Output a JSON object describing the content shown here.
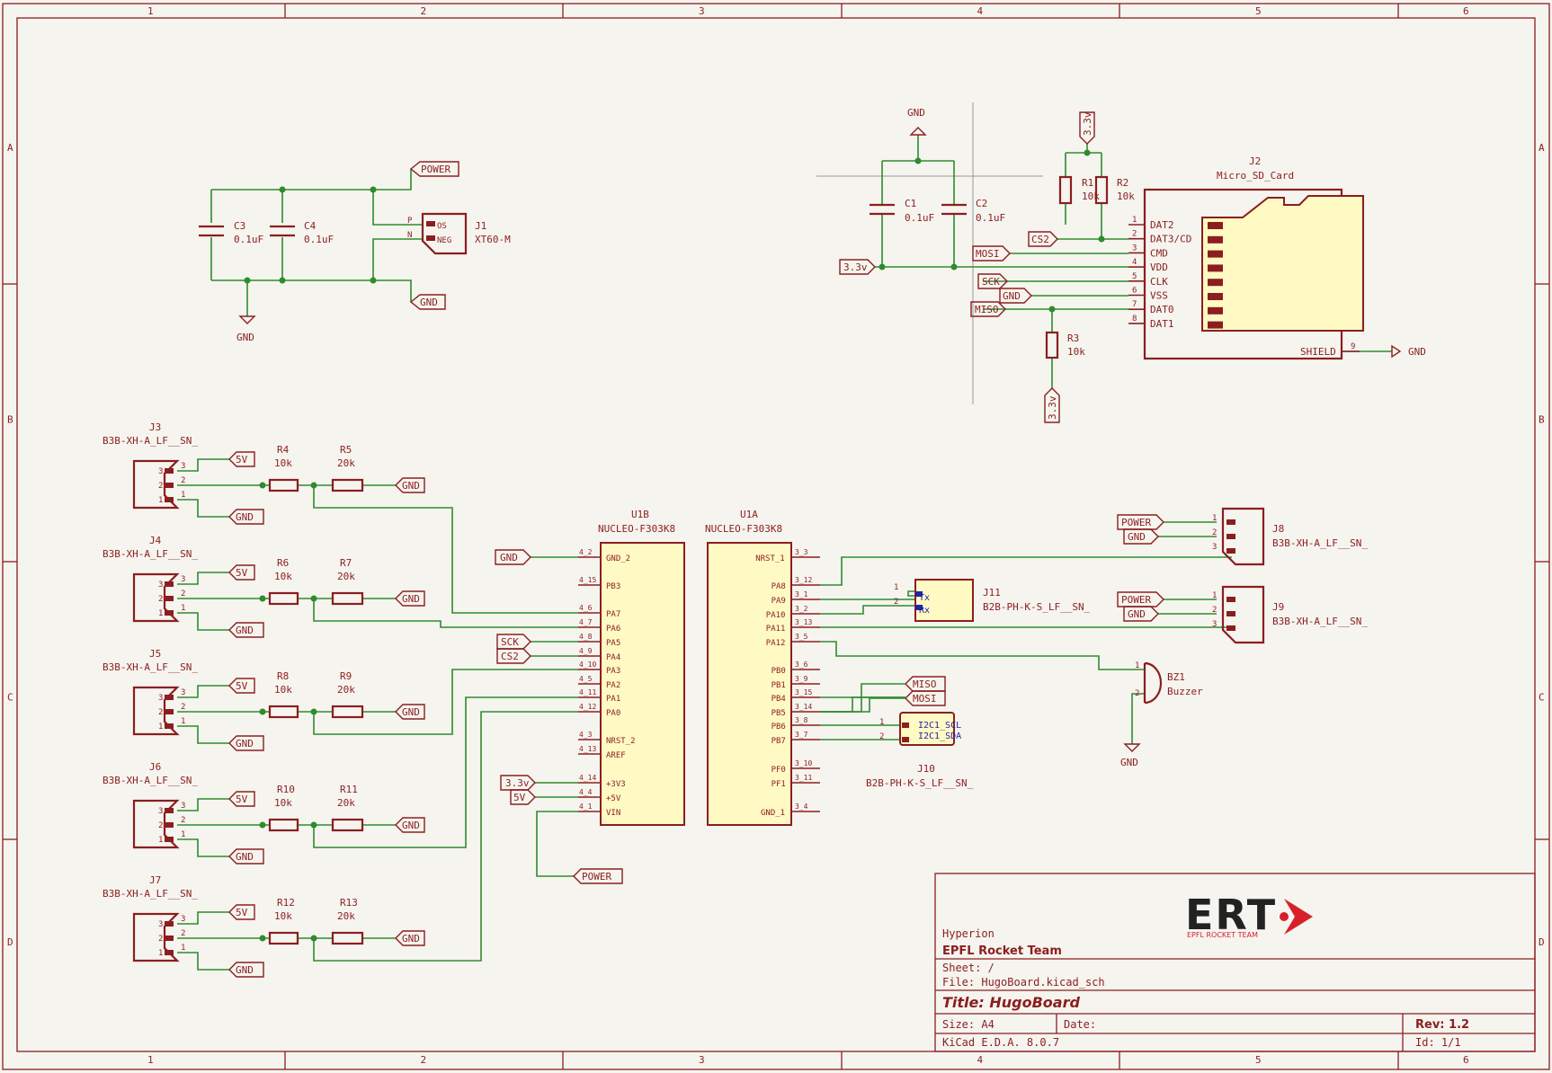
{
  "frame": {
    "col_labels": [
      "1",
      "2",
      "3",
      "4",
      "5",
      "6"
    ],
    "row_labels": [
      "A",
      "B",
      "C",
      "D"
    ]
  },
  "power_labels": {
    "power": "POWER",
    "gnd": "GND",
    "v33": "3.3v",
    "v5": "5V"
  },
  "nets": {
    "mosi": "MOSI",
    "miso": "MISO",
    "sck": "SCK",
    "cs2": "CS2"
  },
  "j1": {
    "ref": "J1",
    "value": "XT60-M",
    "pin_p": "P",
    "pin_n": "N",
    "pos": "OS",
    "neg": "NEG"
  },
  "caps": [
    {
      "ref": "C3",
      "value": "0.1uF"
    },
    {
      "ref": "C4",
      "value": "0.1uF"
    },
    {
      "ref": "C1",
      "value": "0.1uF"
    },
    {
      "ref": "C2",
      "value": "0.1uF"
    }
  ],
  "sd": {
    "ref": "J2",
    "value": "Micro_SD_Card",
    "pins": [
      {
        "num": "1",
        "name": "DAT2"
      },
      {
        "num": "2",
        "name": "DAT3/CD"
      },
      {
        "num": "3",
        "name": "CMD"
      },
      {
        "num": "4",
        "name": "VDD"
      },
      {
        "num": "5",
        "name": "CLK"
      },
      {
        "num": "6",
        "name": "VSS"
      },
      {
        "num": "7",
        "name": "DAT0"
      },
      {
        "num": "8",
        "name": "DAT1"
      }
    ],
    "shield_name": "SHIELD",
    "shield_num": "9"
  },
  "sd_resistors": [
    {
      "ref": "R1",
      "value": "10k"
    },
    {
      "ref": "R2",
      "value": "10k"
    },
    {
      "ref": "R3",
      "value": "10k"
    }
  ],
  "servo_connectors": [
    {
      "ref": "J3",
      "value": "B3B-XH-A_LF__SN_",
      "ra": "R4",
      "va": "10k",
      "rb": "R5",
      "vb": "20k"
    },
    {
      "ref": "J4",
      "value": "B3B-XH-A_LF__SN_",
      "ra": "R6",
      "va": "10k",
      "rb": "R7",
      "vb": "20k"
    },
    {
      "ref": "J5",
      "value": "B3B-XH-A_LF__SN_",
      "ra": "R8",
      "va": "10k",
      "rb": "R9",
      "vb": "20k"
    },
    {
      "ref": "J6",
      "value": "B3B-XH-A_LF__SN_",
      "ra": "R10",
      "va": "10k",
      "rb": "R11",
      "vb": "20k"
    },
    {
      "ref": "J7",
      "value": "B3B-XH-A_LF__SN_",
      "ra": "R12",
      "va": "10k",
      "rb": "R13",
      "vb": "20k"
    }
  ],
  "pin_numbers": {
    "one": "1",
    "two": "2",
    "three": "3"
  },
  "u1b": {
    "ref": "U1B",
    "value": "NUCLEO-F303K8",
    "pins": [
      {
        "num": "4_2",
        "name": "GND_2"
      },
      {
        "num": "4_15",
        "name": "PB3"
      },
      {
        "num": "4_6",
        "name": "PA7"
      },
      {
        "num": "4_7",
        "name": "PA6"
      },
      {
        "num": "4_8",
        "name": "PA5"
      },
      {
        "num": "4_9",
        "name": "PA4"
      },
      {
        "num": "4_10",
        "name": "PA3"
      },
      {
        "num": "4_5",
        "name": "PA2"
      },
      {
        "num": "4_11",
        "name": "PA1"
      },
      {
        "num": "4_12",
        "name": "PA0"
      },
      {
        "num": "4_3",
        "name": "NRST_2"
      },
      {
        "num": "4_13",
        "name": "AREF"
      },
      {
        "num": "4_14",
        "name": "+3V3"
      },
      {
        "num": "4_4",
        "name": "+5V"
      },
      {
        "num": "4_1",
        "name": "VIN"
      }
    ]
  },
  "u1a": {
    "ref": "U1A",
    "value": "NUCLEO-F303K8",
    "pins": [
      {
        "num": "3_3",
        "name": "NRST_1"
      },
      {
        "num": "3_12",
        "name": "PA8"
      },
      {
        "num": "3_1",
        "name": "PA9"
      },
      {
        "num": "3_2",
        "name": "PA10"
      },
      {
        "num": "3_13",
        "name": "PA11"
      },
      {
        "num": "3_5",
        "name": "PA12"
      },
      {
        "num": "3_6",
        "name": "PB0"
      },
      {
        "num": "3_9",
        "name": "PB1"
      },
      {
        "num": "3_15",
        "name": "PB4"
      },
      {
        "num": "3_14",
        "name": "PB5"
      },
      {
        "num": "3_8",
        "name": "PB6"
      },
      {
        "num": "3_7",
        "name": "PB7"
      },
      {
        "num": "3_10",
        "name": "PF0"
      },
      {
        "num": "3_11",
        "name": "PF1"
      },
      {
        "num": "3_4",
        "name": "GND_1"
      }
    ]
  },
  "j8": {
    "ref": "J8",
    "value": "B3B-XH-A_LF__SN_"
  },
  "j9": {
    "ref": "J9",
    "value": "B3B-XH-A_LF__SN_"
  },
  "j11": {
    "ref": "J11",
    "value": "B2B-PH-K-S_LF__SN_",
    "tx": "Tx",
    "rx": "Rx"
  },
  "j10": {
    "ref": "J10",
    "value": "B2B-PH-K-S_LF__SN_",
    "scl": "I2C1_SCL",
    "sda": "I2C1_SDA"
  },
  "bz1": {
    "ref": "BZ1",
    "value": "Buzzer"
  },
  "title_block": {
    "company_line": "Hyperion",
    "company": "EPFL Rocket Team",
    "sheet": "Sheet: /",
    "file": "File: HugoBoard.kicad_sch",
    "title": "Title: HugoBoard",
    "size": "Size: A4",
    "date": "Date:",
    "rev": "Rev: 1.2",
    "tool": "KiCad E.D.A. 8.0.7",
    "id": "Id: 1/1",
    "logo_text": "ERT",
    "logo_sub": "EPFL ROCKET TEAM"
  },
  "colors": {
    "ink": "#8b1e1e",
    "wire": "#2e8b2e",
    "body_fill": "#fff9c4",
    "paper": "#f5f4ef",
    "logo_red": "#d8202a"
  }
}
